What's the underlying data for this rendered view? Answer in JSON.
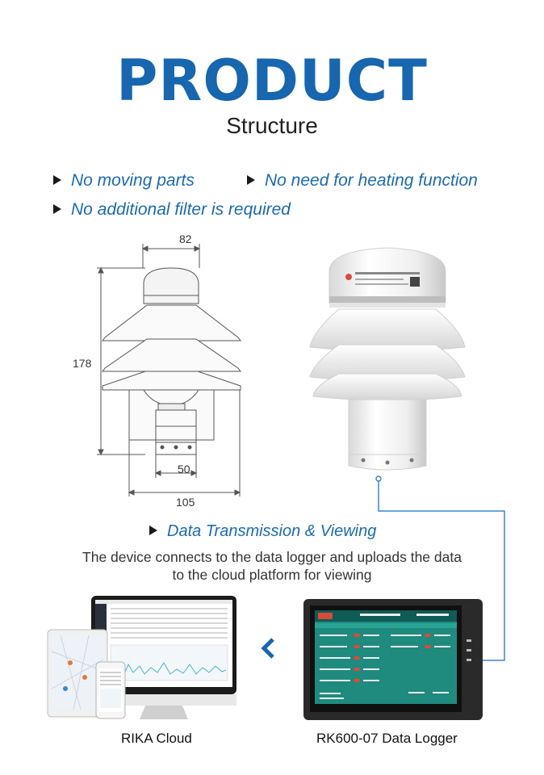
{
  "header": {
    "title": "PRODUCT",
    "subtitle": "Structure"
  },
  "features": [
    "No moving parts",
    "No need for heating function",
    "No additional filter is required"
  ],
  "dimensions": {
    "top_width": "82",
    "height": "178",
    "base_width": "50",
    "total_width": "105"
  },
  "transmission": {
    "title": "Data Transmission & Viewing",
    "desc_line1": "The device connects to the data logger and uploads the data",
    "desc_line2": "to the cloud platform for viewing"
  },
  "captions": {
    "cloud": "RIKA Cloud",
    "logger": "RK600-07 Data Logger"
  },
  "colors": {
    "brand_blue": "#1666b0",
    "accent_blue": "#1a6ab5",
    "logger_screen": "#1f8a7e",
    "connector": "#3a86d0"
  }
}
